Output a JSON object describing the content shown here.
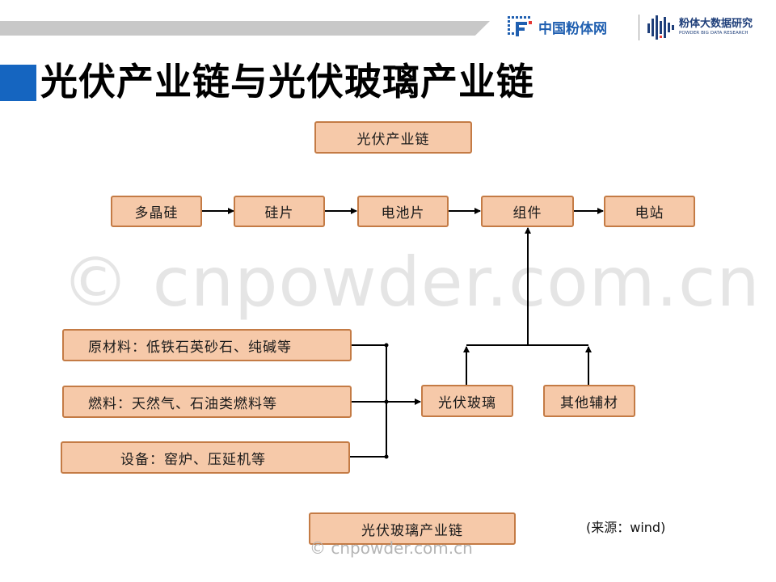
{
  "header": {
    "logo_primary": "中国粉体网",
    "logo_secondary": "粉体大数据研究",
    "logo_secondary_sub": "POWDER BIG DATA RESEARCH"
  },
  "slide": {
    "title": "光伏产业链与光伏玻璃产业链",
    "watermark": "© cnpowder.com.cn",
    "watermark_bottom": "© cnpowder.com.cn",
    "source": "(来源：wind)"
  },
  "diagram": {
    "top_label": "光伏产业链",
    "chain": [
      "多晶硅",
      "硅片",
      "电池片",
      "组件",
      "电站"
    ],
    "inputs": [
      "原材料：低铁石英砂石、纯碱等",
      "燃料：天然气、石油类燃料等",
      "设备：窑炉、压延机等"
    ],
    "glass": "光伏玻璃",
    "aux": "其他辅材",
    "bottom_label": "光伏玻璃产业链"
  },
  "colors": {
    "node_fill": "#f6c9a9",
    "node_border": "#c47b45",
    "accent": "#1565c0"
  },
  "icons": [
    "cnpowder-logo-icon",
    "big-data-logo-icon"
  ]
}
